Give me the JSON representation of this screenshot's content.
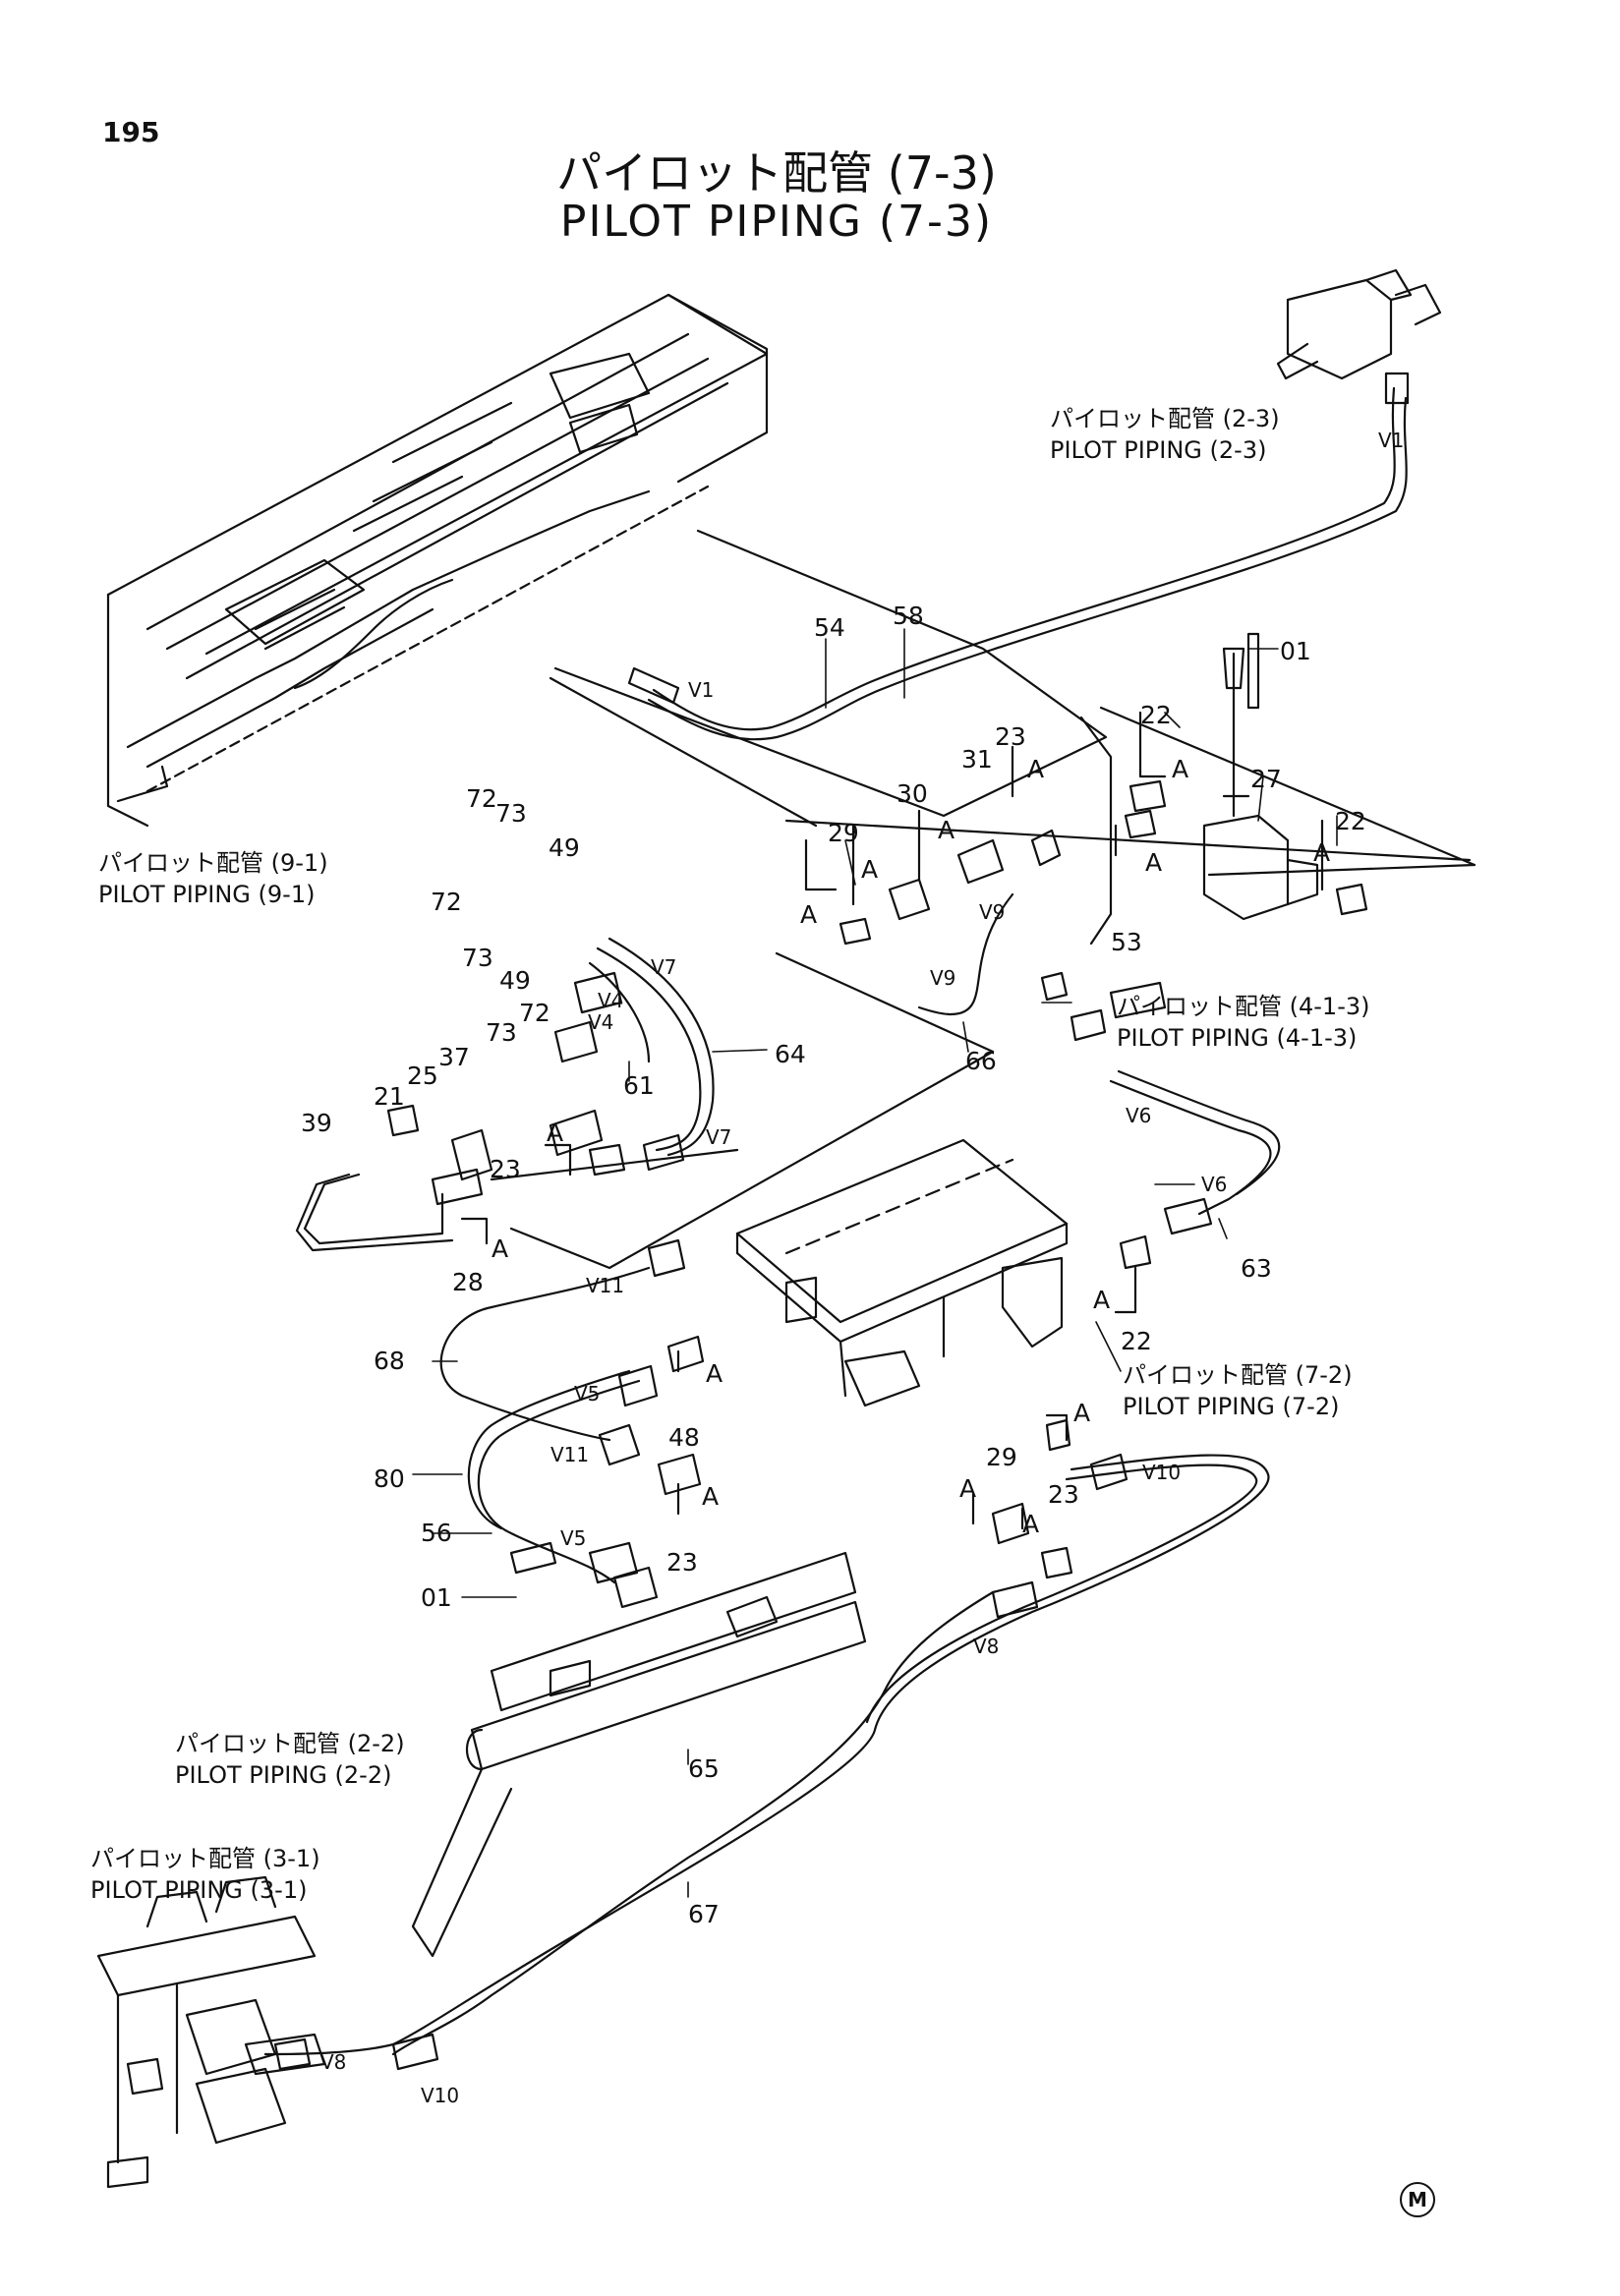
{
  "page_number": "195",
  "title_jp": "パイロット配管 (7-3)",
  "title_en": "PILOT PIPING (7-3)",
  "references": [
    {
      "jp": "パイロット配管 (2-3)",
      "en": "PILOT PIPING (2-3)"
    },
    {
      "jp": "パイロット配管 (9-1)",
      "en": "PILOT PIPING (9-1)"
    },
    {
      "jp": "パイロット配管 (4-1-3)",
      "en": "PILOT PIPING (4-1-3)"
    },
    {
      "jp": "パイロット配管 (7-2)",
      "en": "PILOT PIPING (7-2)"
    },
    {
      "jp": "パイロット配管 (2-2)",
      "en": "PILOT PIPING (2-2)"
    },
    {
      "jp": "パイロット配管 (3-1)",
      "en": "PILOT PIPING (3-1)"
    }
  ],
  "part_numbers": [
    "54",
    "58",
    "01",
    "22",
    "27",
    "22",
    "23",
    "31",
    "30",
    "29",
    "53",
    "72",
    "73",
    "49",
    "72",
    "73",
    "49",
    "64",
    "61",
    "66",
    "72",
    "73",
    "37",
    "25",
    "21",
    "39",
    "23",
    "28",
    "63",
    "22",
    "68",
    "48",
    "80",
    "56",
    "01",
    "23",
    "29",
    "23",
    "65",
    "67"
  ],
  "view_marks": [
    "A",
    "A",
    "A",
    "A",
    "A",
    "A",
    "A",
    "A",
    "A",
    "A",
    "A",
    "A",
    "A",
    "A",
    "A"
  ],
  "vlabels": [
    "V1",
    "V1",
    "V9",
    "V9",
    "V7",
    "V4",
    "V4",
    "V7",
    "V6",
    "V6",
    "V11",
    "V5",
    "V11",
    "V5",
    "V10",
    "V8",
    "V8",
    "V10"
  ],
  "corner_mark": "M"
}
